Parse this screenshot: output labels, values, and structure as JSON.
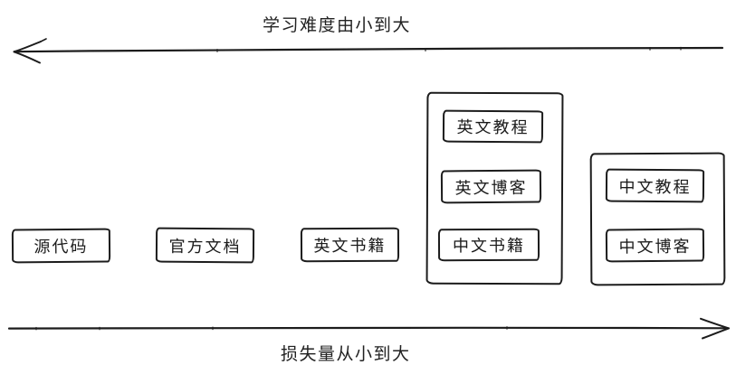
{
  "colors": {
    "background": "#ffffff",
    "stroke": "#1c1c1c",
    "text": "#1b1b1b"
  },
  "axes": {
    "top": {
      "label": "学习难度由小到大",
      "direction": "left"
    },
    "bottom": {
      "label": "损失量从小到大",
      "direction": "right"
    }
  },
  "boxes": {
    "source_code": "源代码",
    "official_docs": "官方文档",
    "english_books": "英文书籍"
  },
  "group_mixed": {
    "english_tutorials": "英文教程",
    "english_blogs": "英文博客",
    "chinese_books": "中文书籍"
  },
  "group_chinese": {
    "chinese_tutorials": "中文教程",
    "chinese_blogs": "中文博客"
  }
}
